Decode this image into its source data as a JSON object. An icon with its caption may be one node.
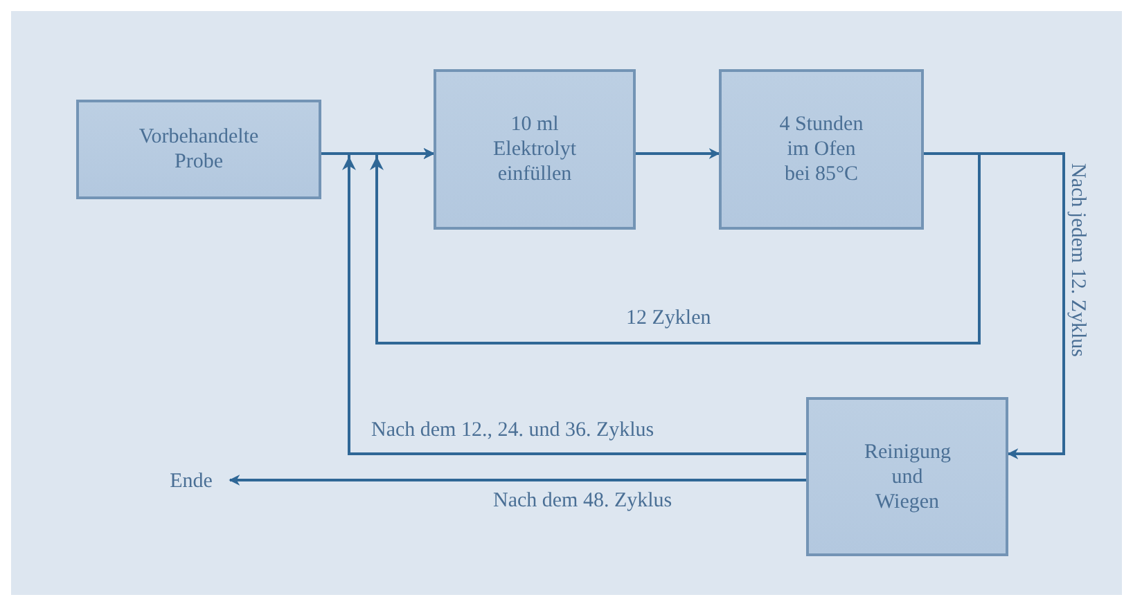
{
  "diagram": {
    "nodes": [
      {
        "text": [
          "Vorbehandelte Probe"
        ]
      },
      {
        "text": [
          "10 ml Elektrolyt einfüllen"
        ]
      },
      {
        "text": [
          "4 Stunden im Ofen bei 85°C"
        ]
      },
      {
        "text": [
          "Reinigung und Wiegen"
        ]
      },
      {
        "text": [
          "Ende"
        ]
      }
    ],
    "edges": [
      {
        "from": 0,
        "to": 1,
        "arrow": "to"
      },
      {
        "from": 1,
        "to": 2,
        "arrow": "to"
      },
      {
        "from": 2,
        "to": 1,
        "arrow": "to",
        "label": "12 Zyklen"
      },
      {
        "from": 2,
        "to": 3,
        "arrow": "to",
        "label": "Nach jedem 12. Zyklus"
      },
      {
        "from": 3,
        "to": 1,
        "arrow": "to",
        "label": "Nach dem 12., 24. und 36. Zyklus"
      },
      {
        "from": 3,
        "to": 4,
        "arrow": "to",
        "label": "Nach dem 48. Zyklus"
      }
    ]
  }
}
